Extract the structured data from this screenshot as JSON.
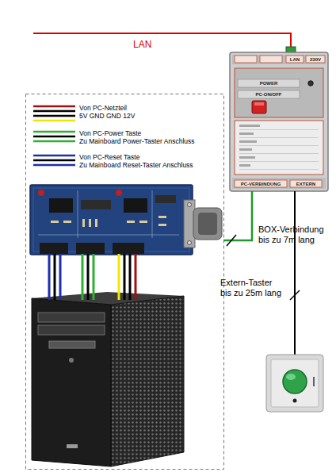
{
  "diagram": {
    "nodes": [
      {
        "text": [
          "LAN",
          "230V",
          "POWER",
          "PC-ON/OFF",
          "PC-VERBINDUNG",
          "EXTERN"
        ]
      }
    ],
    "labels": [
      "LAN",
      "BOX-Verbindung bis zu 7m lang",
      "Extern-Taster bis zu 25m lang"
    ],
    "legend": [
      {
        "text": "Von PC-Netzteil 5V GND GND 12V"
      },
      {
        "text": "Von PC-Power Taste Zu Mainboard Power-Taster Anschluss"
      },
      {
        "text": "Von PC-Reset Taste Zu Mainboard Reset-Taster Anschluss"
      }
    ]
  }
}
